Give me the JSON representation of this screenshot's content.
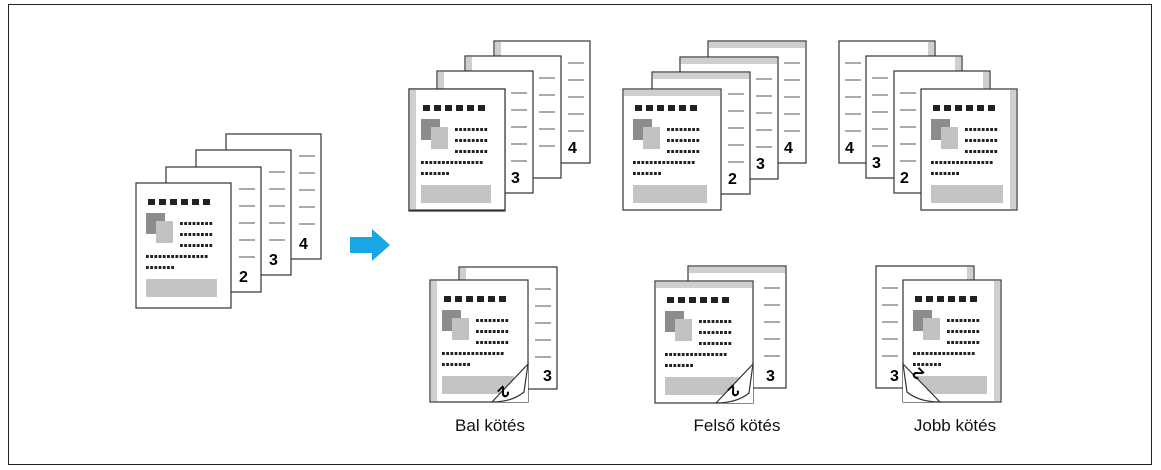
{
  "page_numbers": {
    "p2": "2",
    "p3": "3",
    "p4": "4"
  },
  "captions": {
    "left": "Bal kötés",
    "top": "Felső kötés",
    "right": "Jobb kötés"
  },
  "colors": {
    "arrow": "#1aa6e4",
    "binding_strip": "#cfcfcf",
    "photo_dark": "#8c8c8c",
    "photo_light": "#c2c2c2",
    "footer_block": "#c4c4c4",
    "text_marks": "#222222"
  },
  "icons": [
    "arrow-right-icon",
    "page-curl-icon"
  ]
}
